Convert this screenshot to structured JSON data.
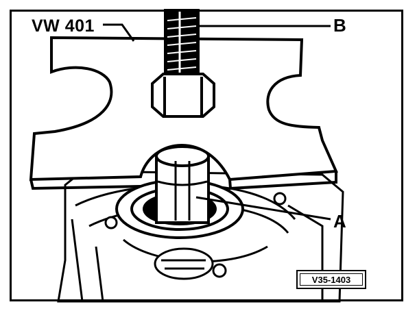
{
  "labels": {
    "tool": "VW 401",
    "callout_b": "B",
    "callout_a": "A"
  },
  "reference": "V35-1403",
  "colors": {
    "ink": "#000000",
    "paper": "#ffffff"
  }
}
